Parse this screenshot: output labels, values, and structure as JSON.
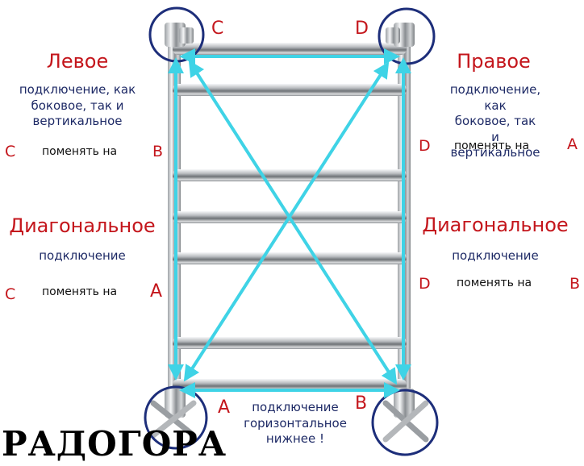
{
  "labels": {
    "top_left_point": "C",
    "top_right_point": "D",
    "bottom_left_point": "A",
    "bottom_right_point": "B"
  },
  "left": {
    "title": "Левое",
    "description": "подключение, как\nбоковое, так и\nвертикальное",
    "swap1": {
      "from": "C",
      "text": "поменять на",
      "to": "B"
    },
    "diagonal_title": "Диагональное",
    "diagonal_desc": "подключение",
    "swap2": {
      "from": "C",
      "text": "поменять на",
      "to": "A"
    }
  },
  "right": {
    "title": "Правое",
    "description": "подключение, как\nбоковое, так и\nвертикальное",
    "swap1": {
      "from": "D",
      "text": "поменять на",
      "to": "A"
    },
    "diagonal_title": "Диагональное",
    "diagonal_desc": "подключение",
    "swap2": {
      "from": "D",
      "text": "поменять на",
      "to": "B"
    }
  },
  "bottom_note": "подключение\nгоризонтальное\nнижнее !",
  "logo": "РАДОГОРА",
  "colors": {
    "arrow": "#3fd3e6",
    "circle": "#1d2e7a",
    "heading": "#c4161c",
    "body_text": "#1e2a66",
    "chrome": "#c7c9cc"
  }
}
